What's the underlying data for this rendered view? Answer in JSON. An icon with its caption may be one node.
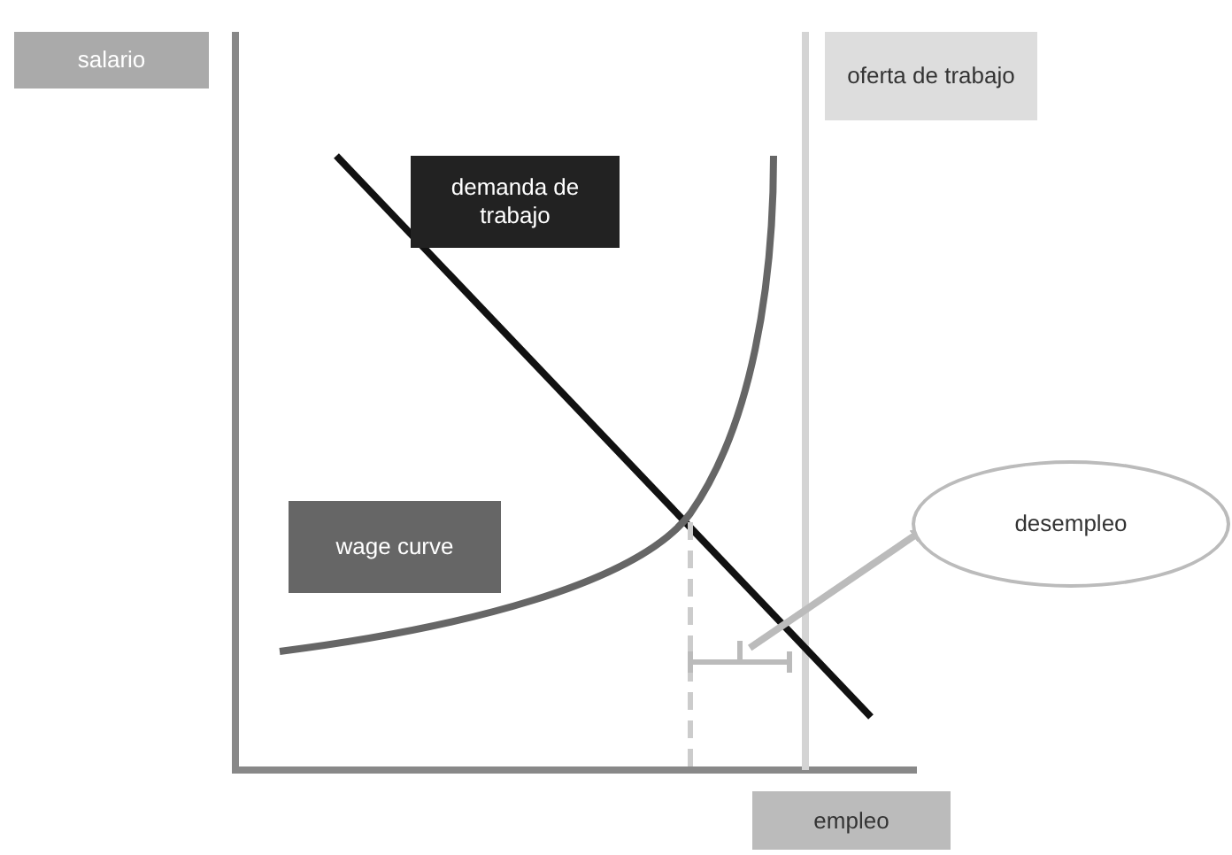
{
  "diagram": {
    "nodes": [
      {
        "text": [
          "salario"
        ]
      },
      {
        "text": [
          "oferta de trabajo"
        ]
      },
      {
        "text": [
          "demanda de trabajo"
        ]
      },
      {
        "text": [
          "wage curve"
        ]
      },
      {
        "text": [
          "desempleo"
        ]
      },
      {
        "text": [
          "empleo"
        ]
      },
      {
        "text": [],
        "shape": "bracket"
      }
    ],
    "edges": [
      {
        "from": 6,
        "to": 4,
        "arrow": "to",
        "color": "#bbbbbb"
      }
    ]
  }
}
